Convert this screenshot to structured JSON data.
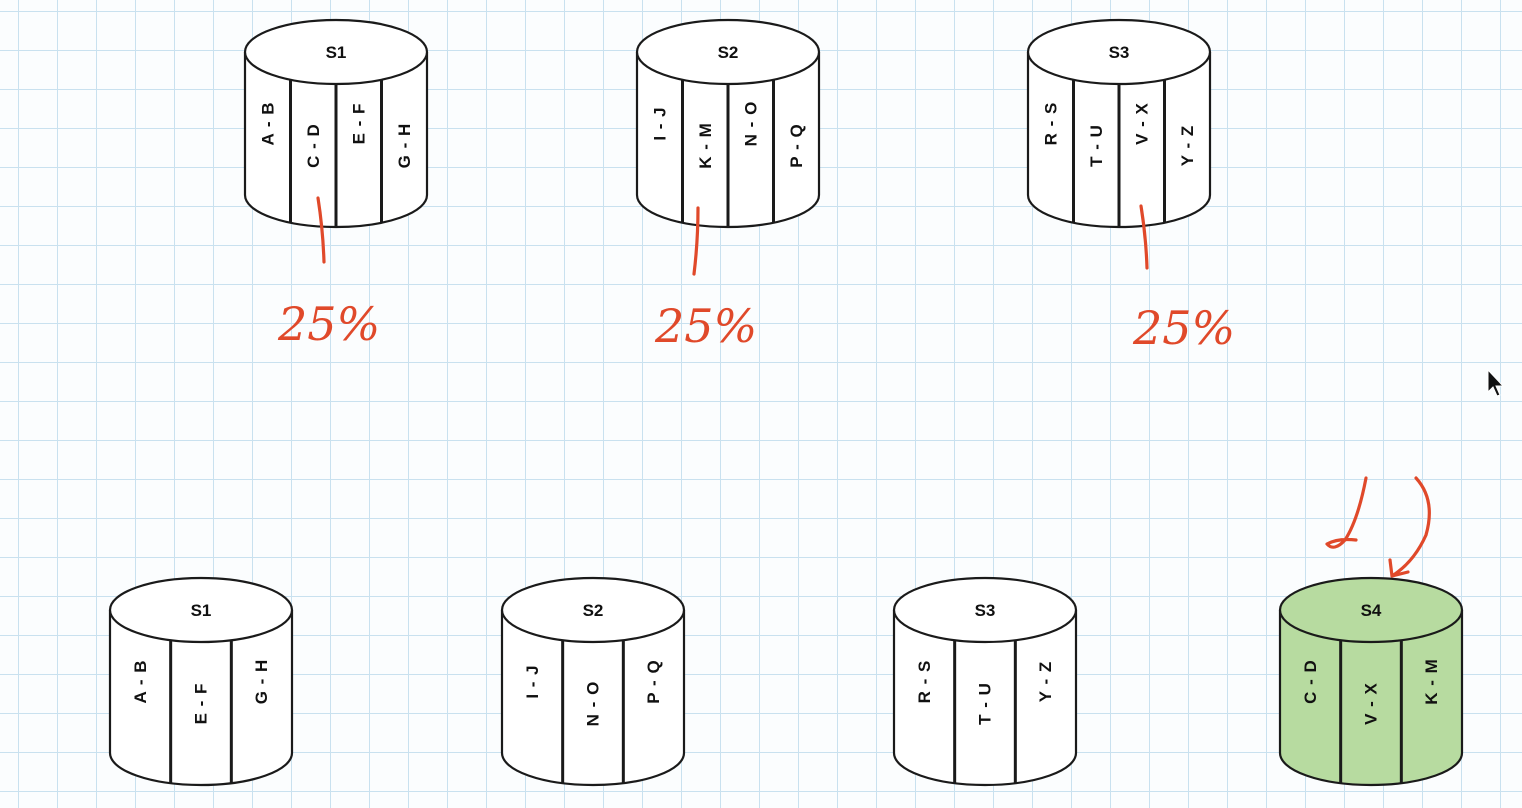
{
  "diagram": {
    "top_servers": [
      {
        "name": "S1",
        "segments": [
          "A - B",
          "C - D",
          "E - F",
          "G - H"
        ]
      },
      {
        "name": "S2",
        "segments": [
          "I - J",
          "K - M",
          "N - O",
          "P - Q"
        ]
      },
      {
        "name": "S3",
        "segments": [
          "R - S",
          "T - U",
          "V - X",
          "Y - Z"
        ]
      }
    ],
    "bottom_servers": [
      {
        "name": "S1",
        "segments": [
          "A - B",
          "E - F",
          "G - H"
        ],
        "color": "#ffffff"
      },
      {
        "name": "S2",
        "segments": [
          "I - J",
          "N - O",
          "P - Q"
        ],
        "color": "#ffffff"
      },
      {
        "name": "S3",
        "segments": [
          "R - S",
          "T - U",
          "Y - Z"
        ],
        "color": "#ffffff"
      },
      {
        "name": "S4",
        "segments": [
          "C - D",
          "V - X",
          "K - M"
        ],
        "color": "#b7dba0"
      }
    ],
    "annotations": [
      "25%",
      "25%",
      "25%"
    ],
    "cursor_icon": "arrow-cursor-icon"
  }
}
